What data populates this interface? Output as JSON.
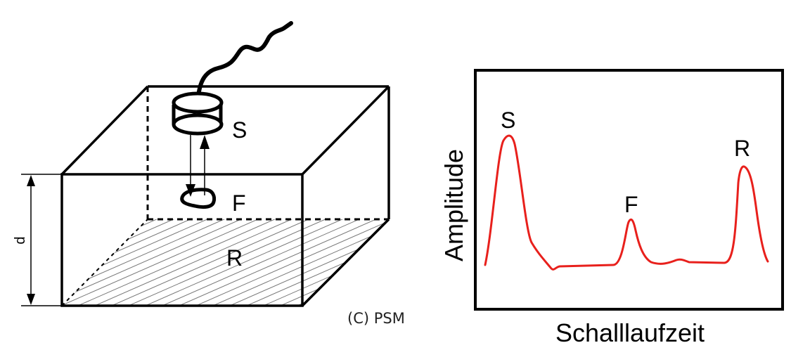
{
  "block": {
    "probe_label": "S",
    "flaw_label": "F",
    "back_wall_label": "R",
    "depth_label": "d"
  },
  "copyright": "(C) PSM",
  "signal_plot": {
    "ylabel": "Amplitude",
    "xlabel": "Schalllaufzeit",
    "peak_labels": [
      "S",
      "F",
      "R"
    ],
    "colors": {
      "frame": "#000000",
      "signal": "#e8201c"
    }
  }
}
